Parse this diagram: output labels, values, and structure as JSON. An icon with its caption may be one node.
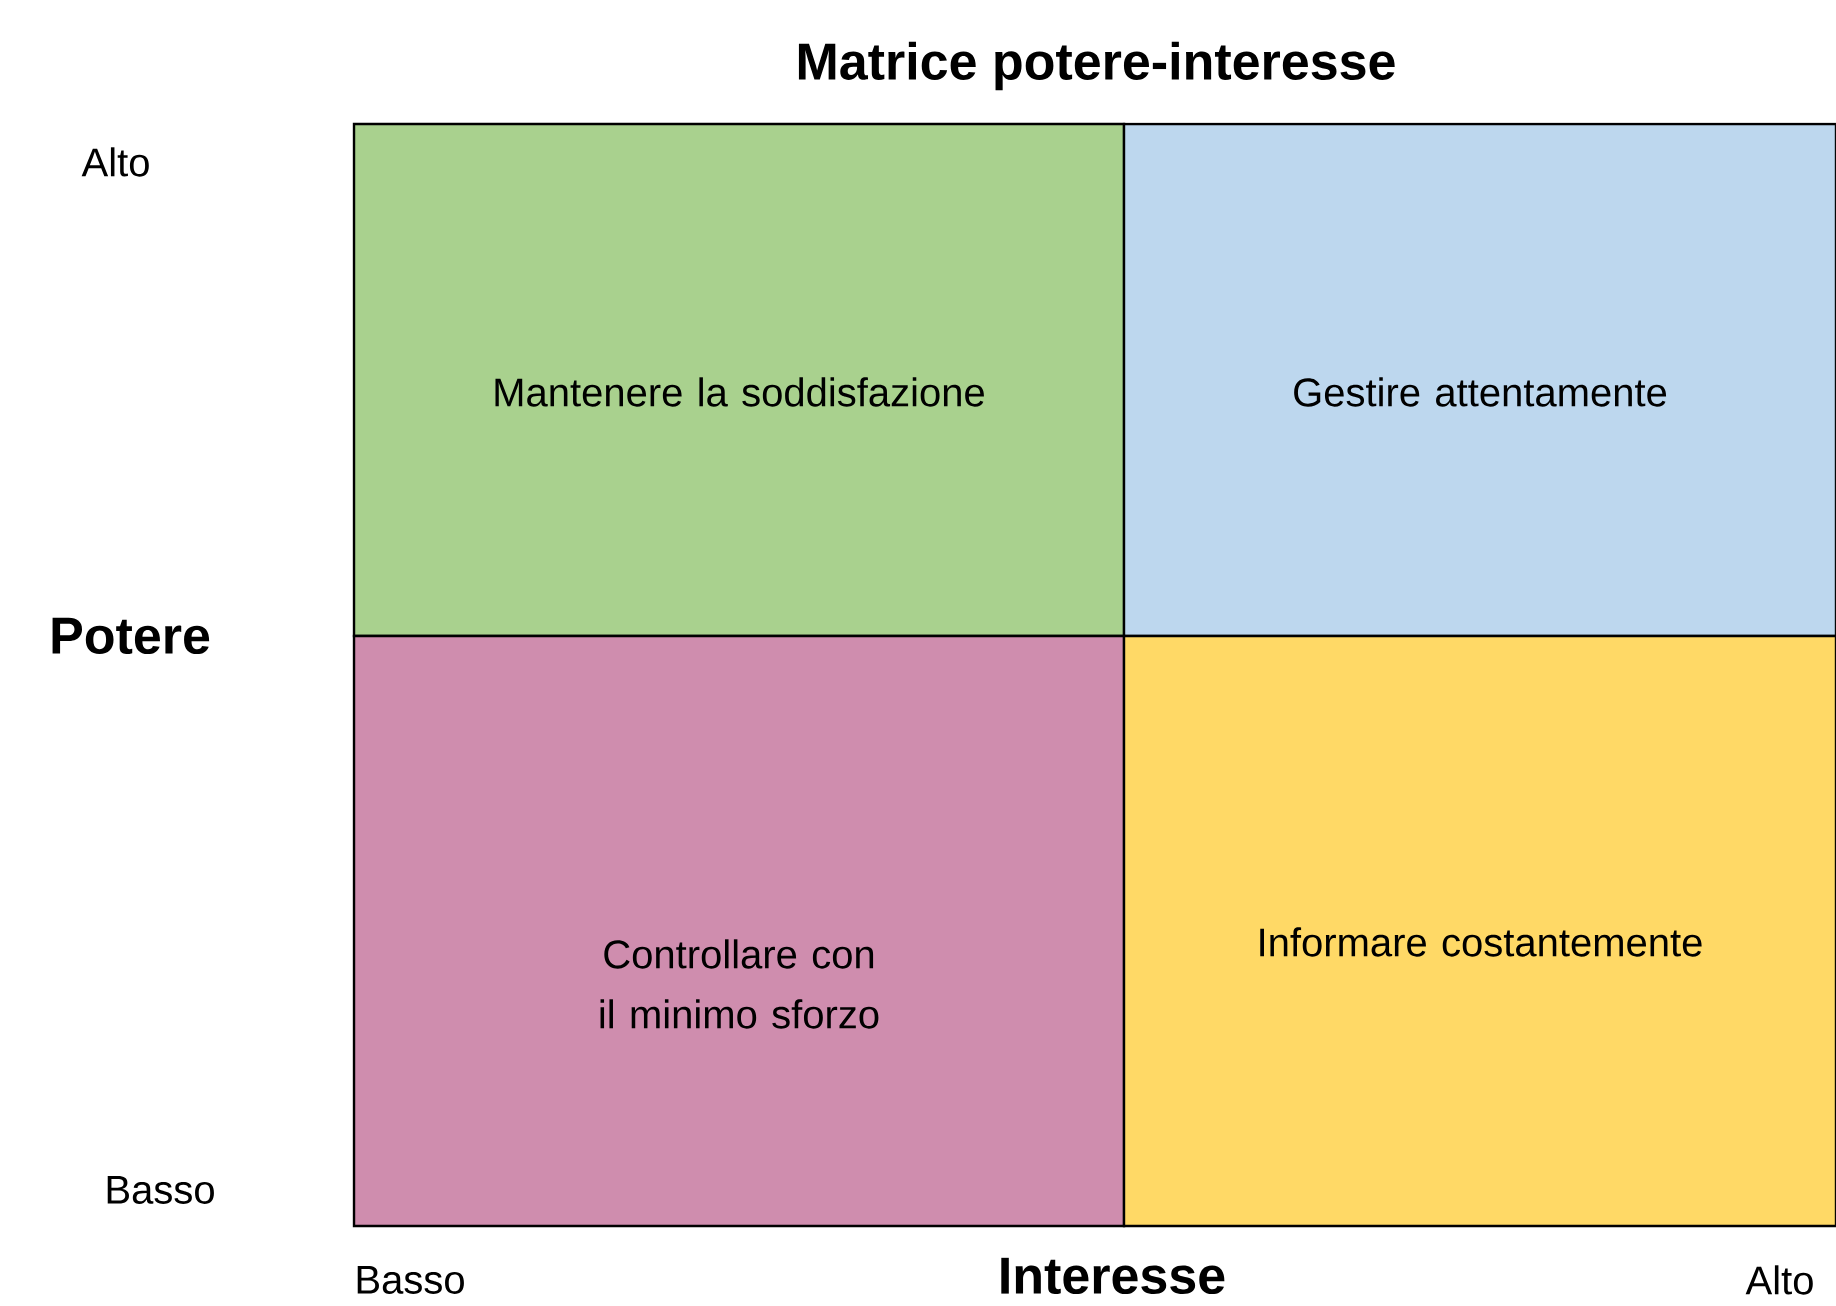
{
  "diagram": {
    "title": "Matrice potere-interesse",
    "nodes": [
      {
        "text": [
          "Mantenere la soddisfazione"
        ]
      },
      {
        "text": [
          "Gestire attentamente"
        ]
      },
      {
        "text": [
          "Controllare con il minimo sforzo"
        ]
      },
      {
        "text": [
          "Informare costantemente"
        ]
      }
    ],
    "labels": [
      "Alto",
      "Potere",
      "Basso",
      "Basso",
      "Interesse",
      "Alto"
    ]
  }
}
